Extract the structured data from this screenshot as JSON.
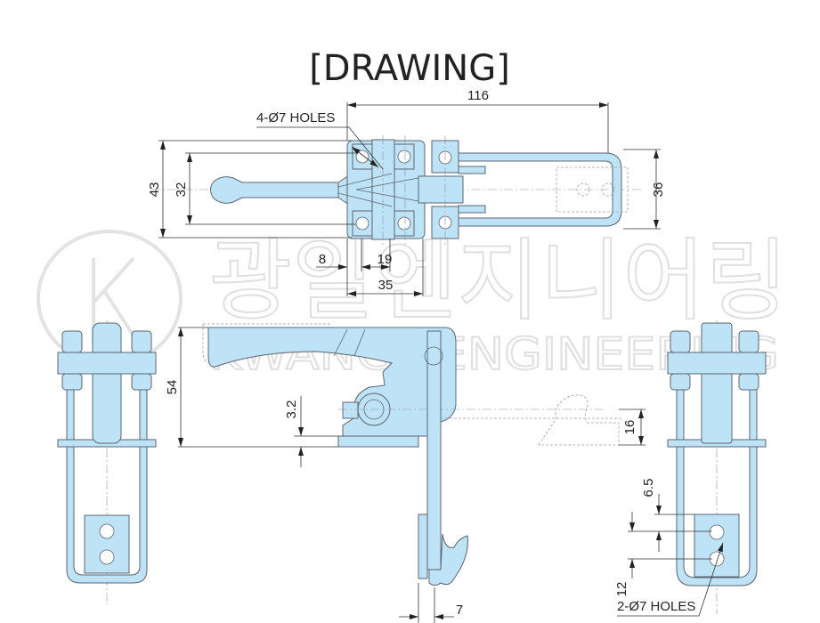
{
  "title": "[DRAWING]",
  "watermark": {
    "korean": "광일엔지니어링",
    "english": "KWANGILENGINEERING",
    "logo_letter": "K"
  },
  "colors": {
    "part_fill": "#bfe3f6",
    "outline": "#5a6470",
    "dimension": "#333333"
  },
  "dimensions": {
    "top_view": {
      "overall_length": "116",
      "holes_note": "4-Ø7 HOLES",
      "height_overall": "43",
      "hole_pitch_vertical": "32",
      "ubolt_width": "36",
      "edge_to_hole": "8",
      "hole_pitch": "19",
      "base_length": "35"
    },
    "side_view": {
      "height": "54",
      "base_thickness": "3.2",
      "catch_height": "16",
      "hook_width": "7"
    },
    "end_view": {
      "edge_to_hole": "6.5",
      "hole_pitch": "12",
      "holes_note": "2-Ø7 HOLES"
    }
  }
}
